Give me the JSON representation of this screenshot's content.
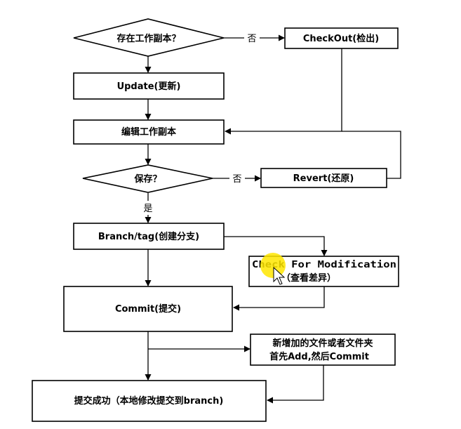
{
  "nodes": {
    "has_working_copy": "存在工作副本？",
    "checkout": "CheckOut(检出)",
    "update": "Update(更新)",
    "edit_working_copy": "编辑工作副本",
    "save": "保存？",
    "revert": "Revert(还原)",
    "branch_tag": "Branch/tag(创建分支)",
    "check_modification_line1": "Check For Modification",
    "check_modification_line2": "（查看差异）",
    "commit": "Commit(提交)",
    "new_files_line1": "新增加的文件或者文件夹",
    "new_files_line2": "首先Add,然后Commit",
    "commit_success": "提交成功（本地修改提交到branch)"
  },
  "edges": {
    "no_1": "否",
    "no_2": "否",
    "yes": "是"
  },
  "colors": {
    "cursor_highlight": "#ffe600",
    "stroke": "#000000"
  },
  "icons": {
    "cursor": "mouse-pointer-icon"
  }
}
